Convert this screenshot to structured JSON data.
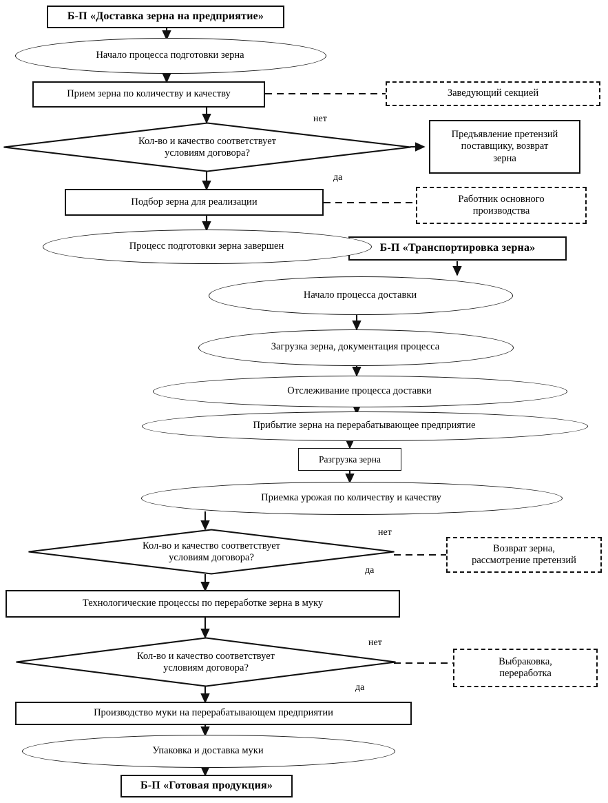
{
  "diagram": {
    "title_top": "Б-П  «Доставка зерна на предприятие»",
    "title_mid": "Б-П  «Транспортировка зерна»",
    "title_end": "Б-П  «Готовая продукция»",
    "nodes": {
      "start_prep": "Начало процесса подготовки зерна",
      "intake": "Прием зерна по количеству и качеству",
      "decision1": "Кол-во и качество соответствует\nусловиям договора?",
      "claim_supplier": "Предъявление претензий\nпоставщику, возврат\nзерна",
      "selection": "Подбор зерна для реализации",
      "prep_done": "Процесс подготовки зерна завершен",
      "start_delivery": "Начало процесса доставки",
      "loading": "Загрузка зерна, документация процесса",
      "tracking": "Отслеживание процесса доставки",
      "arrival": "Прибытие зерна на перерабатывающее предприятие",
      "unloading": "Разгрузка зерна",
      "acceptance": "Приемка урожая по количеству и качеству",
      "decision2": "Кол-во и качество соответствует\nусловиям договора?",
      "return_grain": "Возврат зерна,\nрассмотрение претензий",
      "tech_process": "Технологические процессы по переработке зерна в муку",
      "decision3": "Кол-во и качество соответствует\nусловиям договора?",
      "reject": "Выбраковка,\nпереработка",
      "flour_production": "Производство муки на перерабатывающем предприятии",
      "packaging": "Упаковка и доставка муки"
    },
    "roles": {
      "section_head": "Заведующий секцией",
      "main_worker": "Работник основного\nпроизводства"
    },
    "edge_labels": {
      "no1": "нет",
      "yes1": "да",
      "no2": "нет",
      "yes2": "да",
      "no3": "нет",
      "yes3": "да"
    },
    "colors": {
      "stroke": "#111111",
      "background": "#ffffff",
      "text": "#000000"
    }
  }
}
